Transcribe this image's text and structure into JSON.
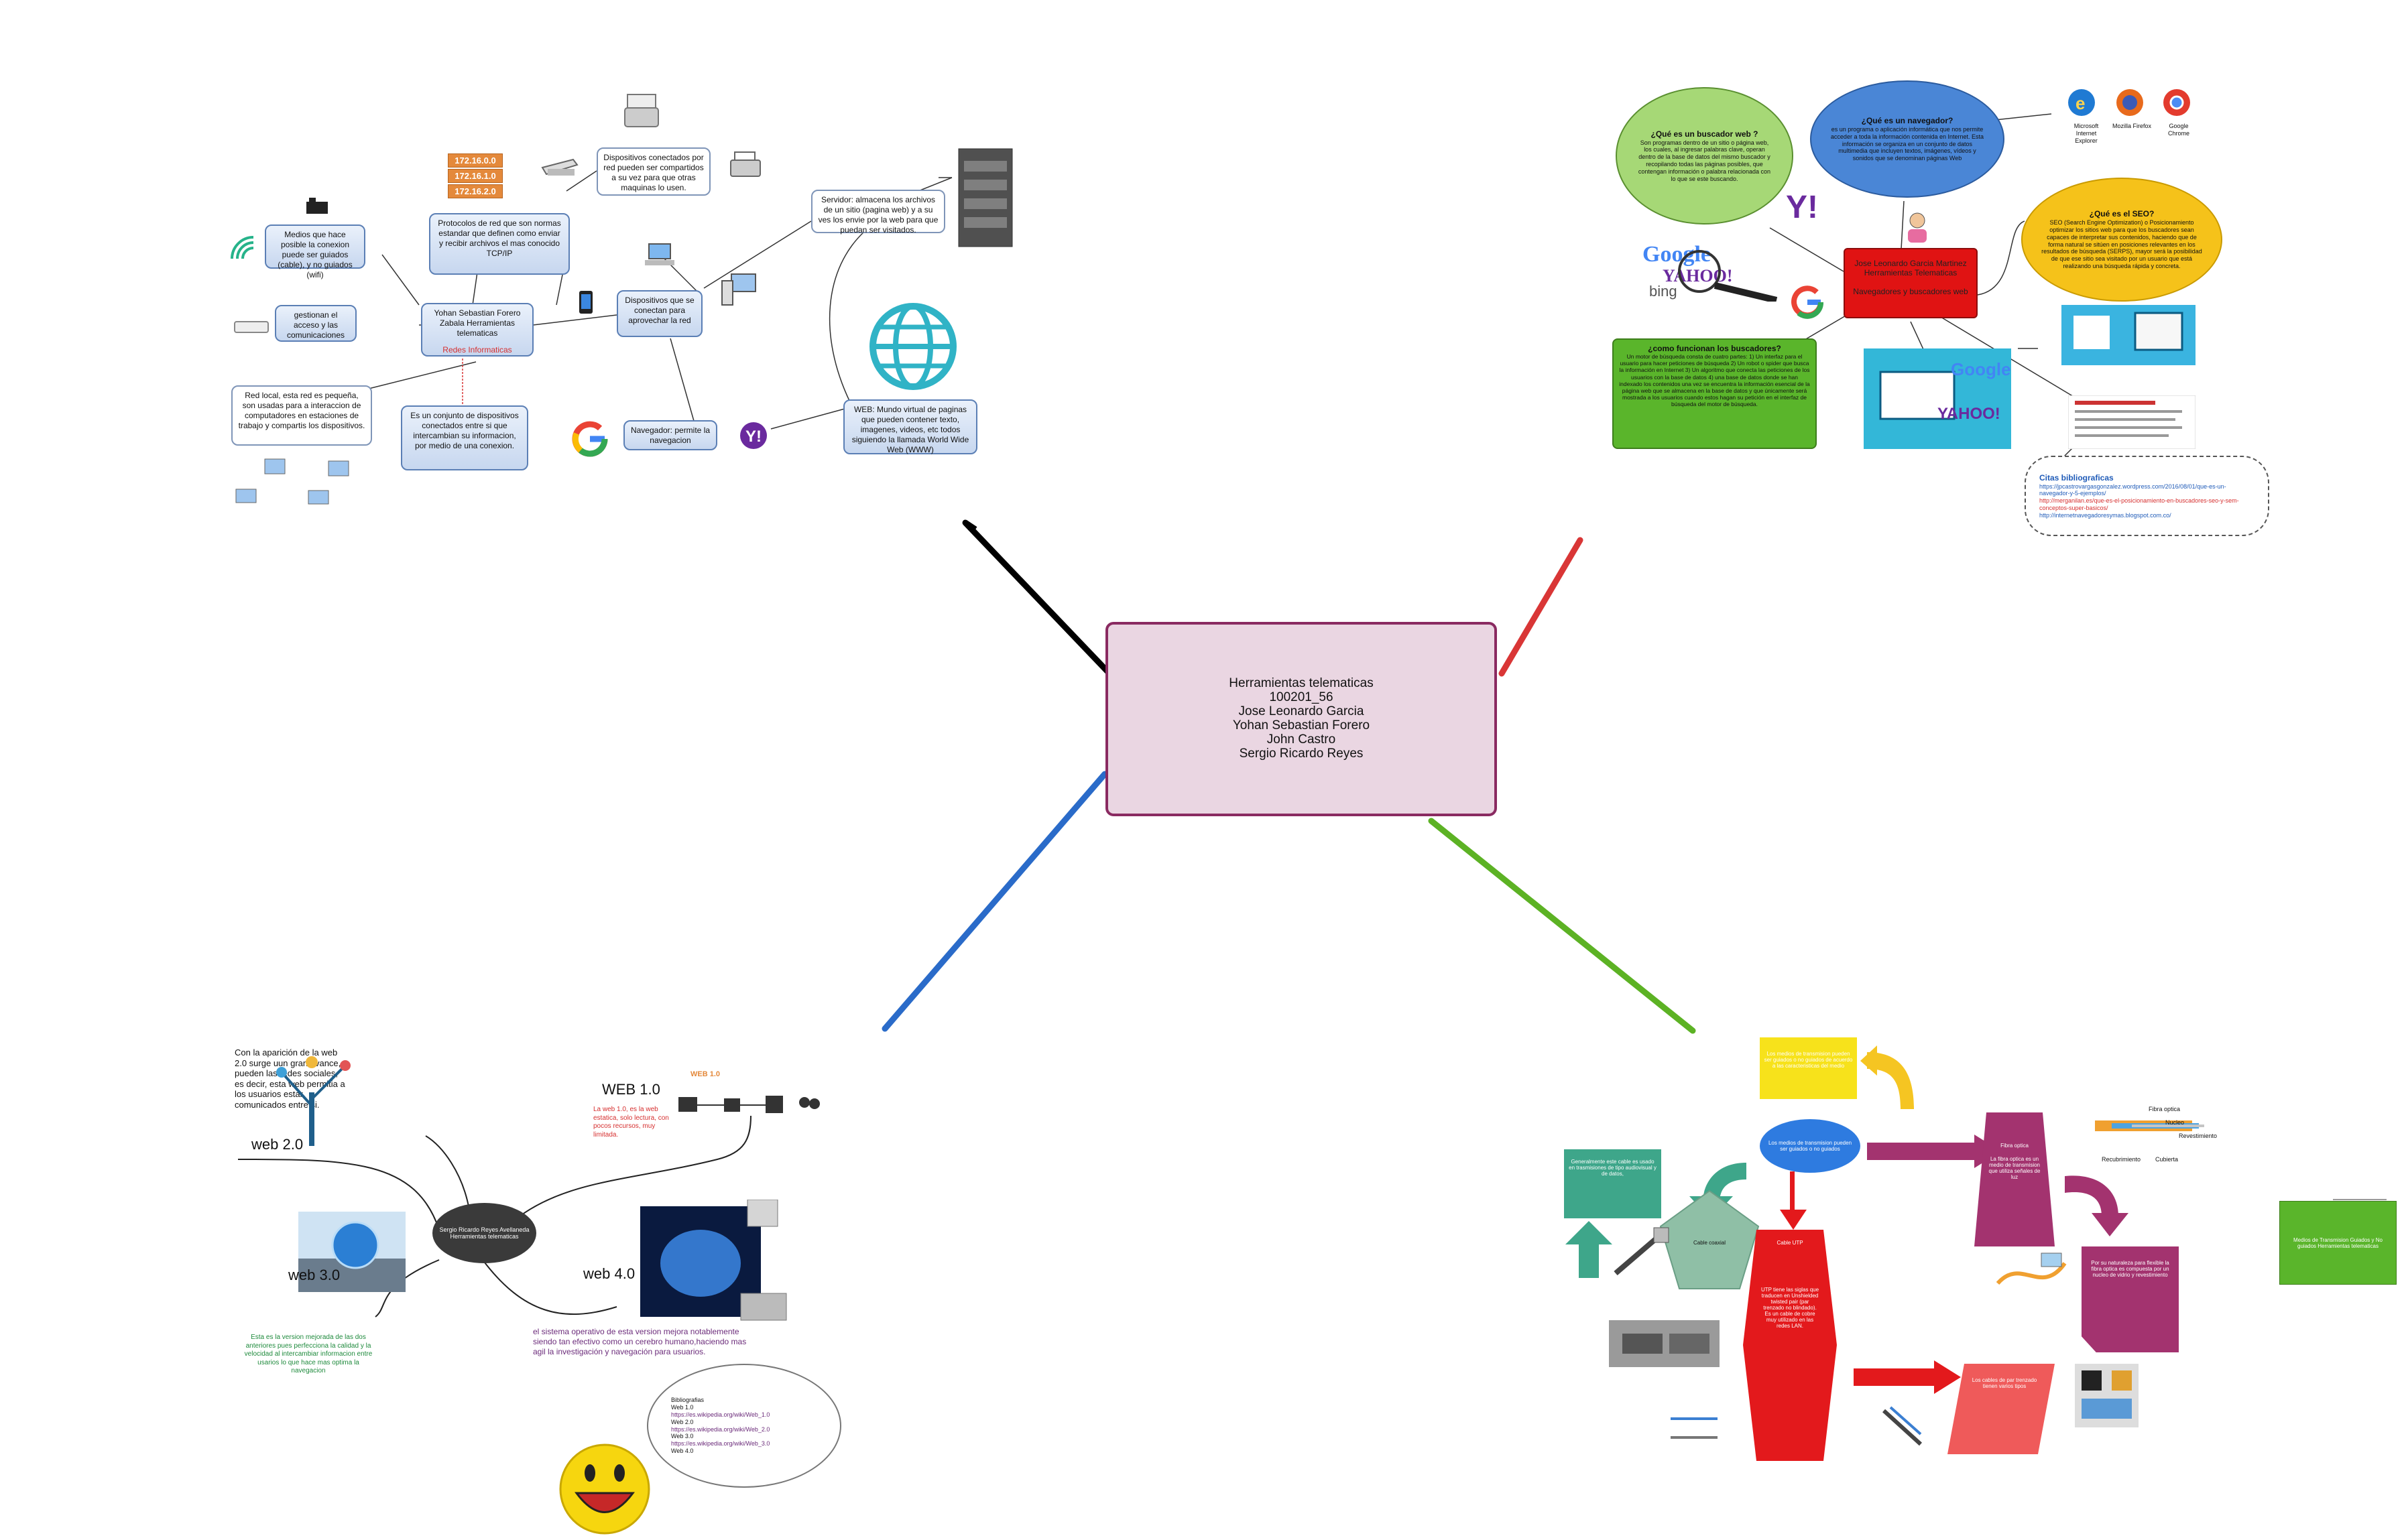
{
  "center": {
    "line1": "Herramientas telematicas",
    "line2": "100201_56",
    "line3": "Jose Leonardo Garcia",
    "line4": "Yohan Sebastian Forero",
    "line5": "John Castro",
    "line6": "Sergio Ricardo Reyes"
  },
  "branch_colors": {
    "top_left": "#000000",
    "top_right": "#d93636",
    "bottom_left": "#2a6bc9",
    "bottom_right": "#5cb224"
  },
  "redes": {
    "ips": [
      "172.16.0.0",
      "172.16.1.0",
      "172.16.2.0"
    ],
    "protocolos": "Protocolos de red que son normas estandar que definen como enviar y recibir archivos el mas conocido TCP/IP",
    "compartidos": "Dispositivos conectados por red pueden ser compartidos a su vez para que otras maquinas lo usen.",
    "servidor": "Servidor: almacena los archivos de un sitio (pagina web) y a su ves los envie por la web para que puedan ser visitados.",
    "medios": "Medios que hace posible la conexion puede ser guiados (cable), y no guiados (wifi)",
    "gestionan": "gestionan el acceso y las comunicaciones",
    "central_title": "Yohan Sebastian Forero Zabala Herramientas telematicas",
    "central_sub": "Redes Informaticas",
    "dispositivos": "Dispositivos que se conectan para aprovechar la red",
    "red_local": "Red local, esta red es pequeña, son usadas para a interaccion de computadores en estaciones de trabajo y compartis los dispositivos.",
    "conjunto": "Es un conjunto de dispositivos conectados entre si que intercambian su informacion, por medio de una conexion.",
    "navegador": "Navegador: permite la navegacion",
    "web": "WEB: Mundo virtual de paginas que pueden contener texto, imagenes, videos, etc todos siguiendo la llamada World Wide Web (WWW)"
  },
  "navegadores": {
    "q_buscador": "¿Qué es un buscador web ?",
    "buscador_text": "Son programas dentro de un sitio o página web, los cuales, al ingresar palabras clave, operan dentro de la base de datos del mismo buscador y recopilando todas las páginas posibles, que contengan información o palabra relacionada con lo que se este buscando.",
    "q_navegador": "¿Qué es un navegador?",
    "navegador_text": "es un programa o aplicación informática que nos permite acceder a toda la información contenida en Internet. Esta información se organiza en un conjunto de datos multimedia que incluyen textos, imágenes, vídeos y sonidos que se denominan páginas Web",
    "browsers": [
      "Microsoft Internet Explorer",
      "Mozilla Firefox",
      "Google Chrome"
    ],
    "central": "Jose Leonardo Garcia Martinez Herramientas Telematicas",
    "central_sub": "Navegadores y buscadores web",
    "q_seo": "¿Qué es el SEO?",
    "seo_text": "SEO (Search Engine Optimization) o Posicionamiento optimizar los sitios web para que los buscadores sean capaces de interpretar sus contenidos, haciendo que de forma natural se sitúen en posiciones relevantes en los resultados de búsqueda (SERPS), mayor será la posibilidad de que ese sitio sea visitado por un usuario que está realizando una búsqueda rápida y concreta.",
    "q_como": "¿como funcionan los buscadores?",
    "como_text": "Un motor de búsqueda consta de cuatro partes: 1) Un interfaz para el usuario para hacer peticiones de búsqueda 2) Un robot o spider que busca la información en Internet 3) Un algoritmo que conecta las peticiones de los usuarios con la base de datos 4) una base de datos donde se han indexado los contenidos una vez se encuentra la información esencial de la página web que se almacena en la base de datos y que únicamente será mostrada a los usuarios cuando estos hagan su petición en el interfaz de búsqueda del motor de búsqueda.",
    "citas_title": "Citas bibliograficas",
    "citas": [
      "https://jpcastrovargasgonzalez.wordpress.com/2016/08/01/que-es-un-navegador-y-5-ejemplos/",
      "http://merganilan.es/que-es-el-posicionamiento-en-buscadores-seo-y-sem-conceptos-super-basicos/",
      "http://internetnavegadoresymas.blogspot.com.co/"
    ]
  },
  "web": {
    "intro": "Con la aparición de la web 2.0 surge uun gran avance, pueden las redes sociales, es decir, esta web permitia a los usuarios estar comunicados entre si.",
    "web20": "web 2.0",
    "web10": "WEB 1.0",
    "web10_badge": "WEB 1.0",
    "web10_desc": "La web 1.0, es la web estatica, solo lectura, con pocos recursos, muy limitada.",
    "web30": "web 3.0",
    "web40": "web 4.0",
    "center": "Sergio Ricardo Reyes Avellaneda Herramientas telematicas",
    "web30_desc": "Esta es la version mejorada de las dos anteriores pues perfecciona la calidad y la velocidad al intercambiar informacion entre usarios lo que hace mas optima la navegacion",
    "web40_desc": "el sistema operativo de esta version mejora notablemente siendo tan efectivo como un cerebro humano,haciendo mas agil la investigación y navegación para usuarios.",
    "bibliografia_title": "Bibliografias",
    "bibliografia": [
      "Web 1.0",
      "https://es.wikipedia.org/wiki/Web_1.0",
      "Web 2.0",
      "https://es.wikipedia.org/wiki/Web_2.0",
      "Web 3.0",
      "https://es.wikipedia.org/wiki/Web_3.0",
      "Web 4.0"
    ]
  },
  "medios": {
    "top_yellow": "Los medios de transmision pueden ser guiados o no guiados de acuerdo a las caracteristicas del medio",
    "center_ellipse": "Los medios de transmision pueden ser guiados o no guiados",
    "left_green": "Generalmente este cable es usado en trasmisiones de tipo audiovisual y de datos,",
    "pentagon": "Cable coaxial",
    "hex": "Cable UTP",
    "hex_text": "UTP tiene las siglas que traducen en Unshielded twisted pair (par trenzado no blindado). Es un cable de cobre muy utilizado en las redes LAN.",
    "trap": "Fibra optica",
    "trap_text": "La fibra optica es un medio de transmision que utiliza señales de luz",
    "purple_box": "Por su naturaleza para flexible la fibra optica es compuesta por un nucleo de vidrio y revestimiento",
    "pink": "Los cables de par trenzado tienen varios tipos",
    "right_green": "Medios de Transmision Guiados y No guiados Herramientas telematicas",
    "fiber_labels": [
      "Fibra optica",
      "Nucleo",
      "Revestimiento",
      "Recubrimiento",
      "Cubierta"
    ]
  }
}
